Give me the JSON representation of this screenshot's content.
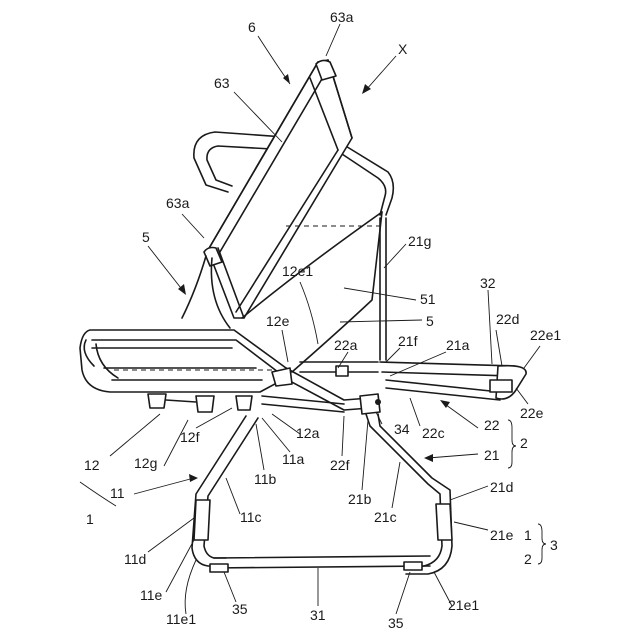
{
  "labels": {
    "l6": "6",
    "l63a_top": "63a",
    "lX": "X",
    "l63": "63",
    "l63a_left": "63a",
    "l5_left": "5",
    "l21g": "21g",
    "l12e1": "12e1",
    "l51": "51",
    "l5_right": "5",
    "l32": "32",
    "l12e": "12e",
    "l22d": "22d",
    "l22e1": "22e1",
    "l22a": "22a",
    "l21f": "21f",
    "l21a": "21a",
    "l22e": "22e",
    "l12f": "12f",
    "l12a": "12a",
    "l34": "34",
    "l22c": "22c",
    "l22": "22",
    "l2_top": "2",
    "l21": "21",
    "l12": "12",
    "l12g": "12g",
    "l11a": "11a",
    "l22f": "22f",
    "l11": "11",
    "l11b": "11b",
    "l21b": "21b",
    "l21c": "21c",
    "l21d": "21d",
    "l1_left": "1",
    "l11c": "11c",
    "l21e": "21e",
    "l1_right": "1",
    "l3": "3",
    "l11d": "11d",
    "l2_bottom": "2",
    "l11e": "11e",
    "l11e1": "11e1",
    "l35_left": "35",
    "l31": "31",
    "l21e1": "21e1",
    "l35_right": "35"
  }
}
